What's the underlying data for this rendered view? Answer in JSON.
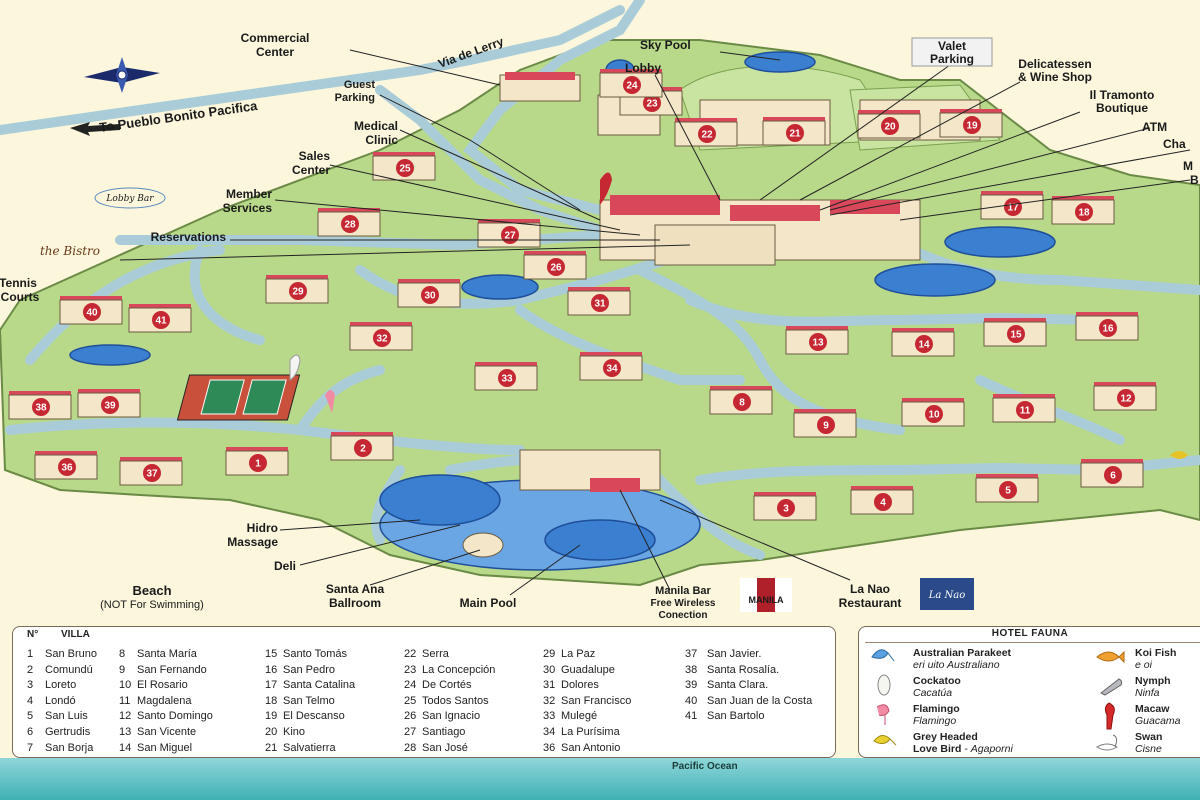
{
  "compass_direction": "To Pueblo Bonito Pacifica",
  "road_name": "Via de Lerry",
  "place_labels": {
    "commercial_center": [
      "Commercial",
      "Center"
    ],
    "guest_parking": [
      "Guest",
      "Parking"
    ],
    "medical_clinic": [
      "Medical",
      "Clinic"
    ],
    "sales_center": [
      "Sales",
      "Center"
    ],
    "member_services": [
      "Member",
      "Services"
    ],
    "reservations": "Reservations",
    "lobby_bar_logo": "Lobby Bar",
    "bistro_logo": "the Bistro",
    "tennis_courts": [
      "Tennis",
      "Courts"
    ],
    "sky_pool": "Sky Pool",
    "lobby": "Lobby",
    "valet_parking": [
      "Valet",
      "Parking"
    ],
    "delicatessen": [
      "Delicatessen",
      "& Wine Shop"
    ],
    "il_tramonto": [
      "Il Tramonto",
      "Boutique"
    ],
    "atm": "ATM",
    "cha_cut": "Cha",
    "m_cut": [
      "M",
      "B"
    ],
    "hidro_massage": [
      "Hidro",
      "Massage"
    ],
    "deli": "Deli",
    "santa_ana_ballroom": [
      "Santa Ana",
      "Ballroom"
    ],
    "main_pool": "Main Pool",
    "manila_bar": [
      "Manila Bar",
      "Free Wireless",
      "Conection"
    ],
    "manila_logo": "MANILA",
    "la_nao": [
      "La Nao",
      "Restaurant"
    ],
    "la_nao_logo": "La Nao",
    "beach": "Beach",
    "beach_note": "(NOT For Swimming)",
    "pacific_ocean": "Pacific Ocean"
  },
  "villas_header": {
    "no": "N°",
    "villa": "VILLA"
  },
  "villas": [
    {
      "n": "1",
      "name": "San Bruno"
    },
    {
      "n": "2",
      "name": "Comundú"
    },
    {
      "n": "3",
      "name": "Loreto"
    },
    {
      "n": "4",
      "name": "Londó"
    },
    {
      "n": "5",
      "name": "San Luis"
    },
    {
      "n": "6",
      "name": "Gertrudis"
    },
    {
      "n": "7",
      "name": "San Borja"
    },
    {
      "n": "8",
      "name": "Santa María"
    },
    {
      "n": "9",
      "name": "San Fernando"
    },
    {
      "n": "10",
      "name": "El Rosario"
    },
    {
      "n": "11",
      "name": "Magdalena"
    },
    {
      "n": "12",
      "name": "Santo Domingo"
    },
    {
      "n": "13",
      "name": "San Vicente"
    },
    {
      "n": "14",
      "name": "San Miguel"
    },
    {
      "n": "15",
      "name": "Santo Tomás"
    },
    {
      "n": "16",
      "name": "San Pedro"
    },
    {
      "n": "17",
      "name": "Santa Catalina"
    },
    {
      "n": "18",
      "name": "San Telmo"
    },
    {
      "n": "19",
      "name": "El Descanso"
    },
    {
      "n": "20",
      "name": "Kino"
    },
    {
      "n": "21",
      "name": "Salvatierra"
    },
    {
      "n": "22",
      "name": "Serra"
    },
    {
      "n": "23",
      "name": "La Concepción"
    },
    {
      "n": "24",
      "name": "De Cortés"
    },
    {
      "n": "25",
      "name": "Todos Santos"
    },
    {
      "n": "26",
      "name": "San Ignacio"
    },
    {
      "n": "27",
      "name": "Santiago"
    },
    {
      "n": "28",
      "name": "San José"
    },
    {
      "n": "29",
      "name": "La Paz"
    },
    {
      "n": "30",
      "name": "Guadalupe"
    },
    {
      "n": "31",
      "name": "Dolores"
    },
    {
      "n": "32",
      "name": "San Francisco"
    },
    {
      "n": "33",
      "name": "Mulegé"
    },
    {
      "n": "34",
      "name": "La Purísima"
    },
    {
      "n": "36",
      "name": "San Antonio"
    },
    {
      "n": "37",
      "name": "San Javier."
    },
    {
      "n": "38",
      "name": "Santa Rosalía."
    },
    {
      "n": "39",
      "name": "Santa Clara."
    },
    {
      "n": "40",
      "name": "San Juan de la Costa"
    },
    {
      "n": "41",
      "name": "San Bartolo"
    }
  ],
  "fauna": {
    "title": "HOTEL FAUNA",
    "items": [
      {
        "name": "Australian Parakeet",
        "spanish": "eri uito Australiano",
        "icon": "parakeet-icon"
      },
      {
        "name": "Cockatoo",
        "spanish": "Cacatúa",
        "icon": "cockatoo-icon"
      },
      {
        "name": "Flamingo",
        "spanish": "Flamingo",
        "icon": "flamingo-icon"
      },
      {
        "name": "Grey Headed",
        "name2": "Love Bird",
        "spanish": "Agaporni",
        "icon": "lovebird-icon"
      },
      {
        "name": "Koi Fish",
        "spanish": "e   oi",
        "icon": "koi-fish-icon"
      },
      {
        "name": "Nymph",
        "spanish": "Ninfa",
        "icon": "nymph-icon"
      },
      {
        "name": "Macaw",
        "spanish": "Guacama",
        "icon": "macaw-icon"
      },
      {
        "name": "Swan",
        "spanish": "Cisne",
        "icon": "swan-icon"
      }
    ]
  },
  "colors": {
    "land": "#b9d98a",
    "land_dark": "#8fc06a",
    "path": "#a9ccd8",
    "water": "#3a7fd0",
    "background": "#fbf6dc",
    "roof": "#d9485a",
    "marker": "#c62833",
    "ocean": "#4cb8bd"
  }
}
